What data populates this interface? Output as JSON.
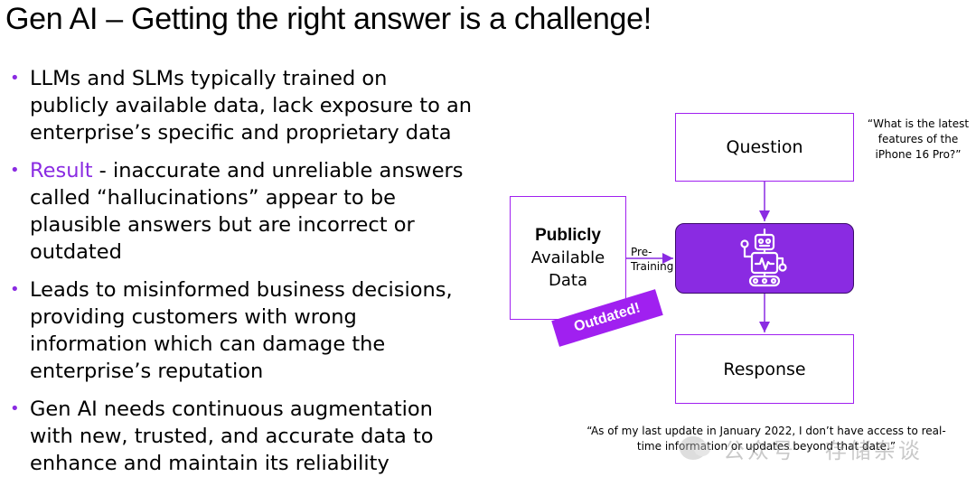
{
  "title": "Gen AI – Getting the right answer is a challenge!",
  "bullets": [
    {
      "lines": [
        "LLMs and SLMs typically trained on",
        "publicly available data, lack exposure to an",
        "enterprise’s specific and proprietary data"
      ]
    },
    {
      "accent": "Result",
      "lines": [
        " - inaccurate and unreliable answers",
        "called “hallucinations” appear to be",
        "plausible answers but are incorrect or",
        "outdated"
      ]
    },
    {
      "lines": [
        "Leads to misinformed business decisions,",
        "providing customers with wrong",
        "information which can damage the",
        "enterprise’s reputation"
      ]
    },
    {
      "lines": [
        "Gen AI needs continuous augmentation",
        "with new, trusted, and accurate data to",
        "enhance and maintain its reliability"
      ]
    }
  ],
  "diagram": {
    "question_label": "Question",
    "response_label": "Response",
    "data_title": "Publicly",
    "data_line1": "Available",
    "data_line2": "Data",
    "pre_line1": "Pre-",
    "pre_line2": "Training",
    "stamp": "Outdated!",
    "question_quote": "“What is the latest features of the iPhone 16 Pro?”",
    "answer_quote": "“As of my last update in January 2022, I don’t have access to real-time information or updates beyond that date.”",
    "ai_icon": "robot-icon",
    "accent_color": "#8a2be2"
  },
  "watermark": {
    "icon": "wechat-icon",
    "text": "公众号 · 存储杂谈"
  }
}
